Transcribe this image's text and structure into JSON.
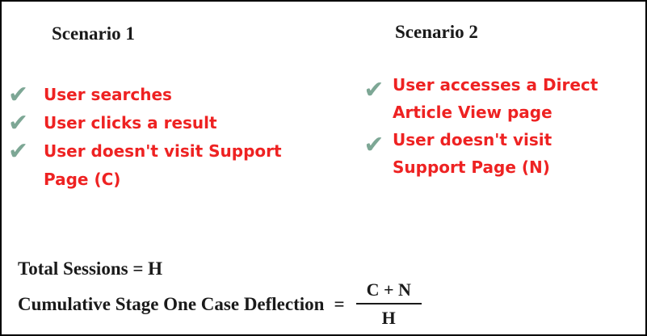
{
  "colors": {
    "background": "#ffffff",
    "border": "#000000",
    "heading_text": "#1a1a1a",
    "check_green": "#7da795",
    "item_red": "#ee2222",
    "formula_text": "#1a1a1a"
  },
  "icons": {
    "check": "✔"
  },
  "scenario1": {
    "title": "Scenario 1",
    "items": [
      "User searches",
      "User clicks a result",
      "User doesn't visit Support Page (C)"
    ]
  },
  "scenario2": {
    "title": "Scenario 2",
    "items": [
      "User accesses a Direct Article View page",
      "User doesn't visit Support Page (N)"
    ]
  },
  "formula": {
    "total_sessions": "Total Sessions = H",
    "deflection_label": "Cumulative Stage One Case Deflection",
    "equals_sign": "=",
    "fraction": {
      "numerator": "C + N",
      "denominator": "H"
    }
  }
}
